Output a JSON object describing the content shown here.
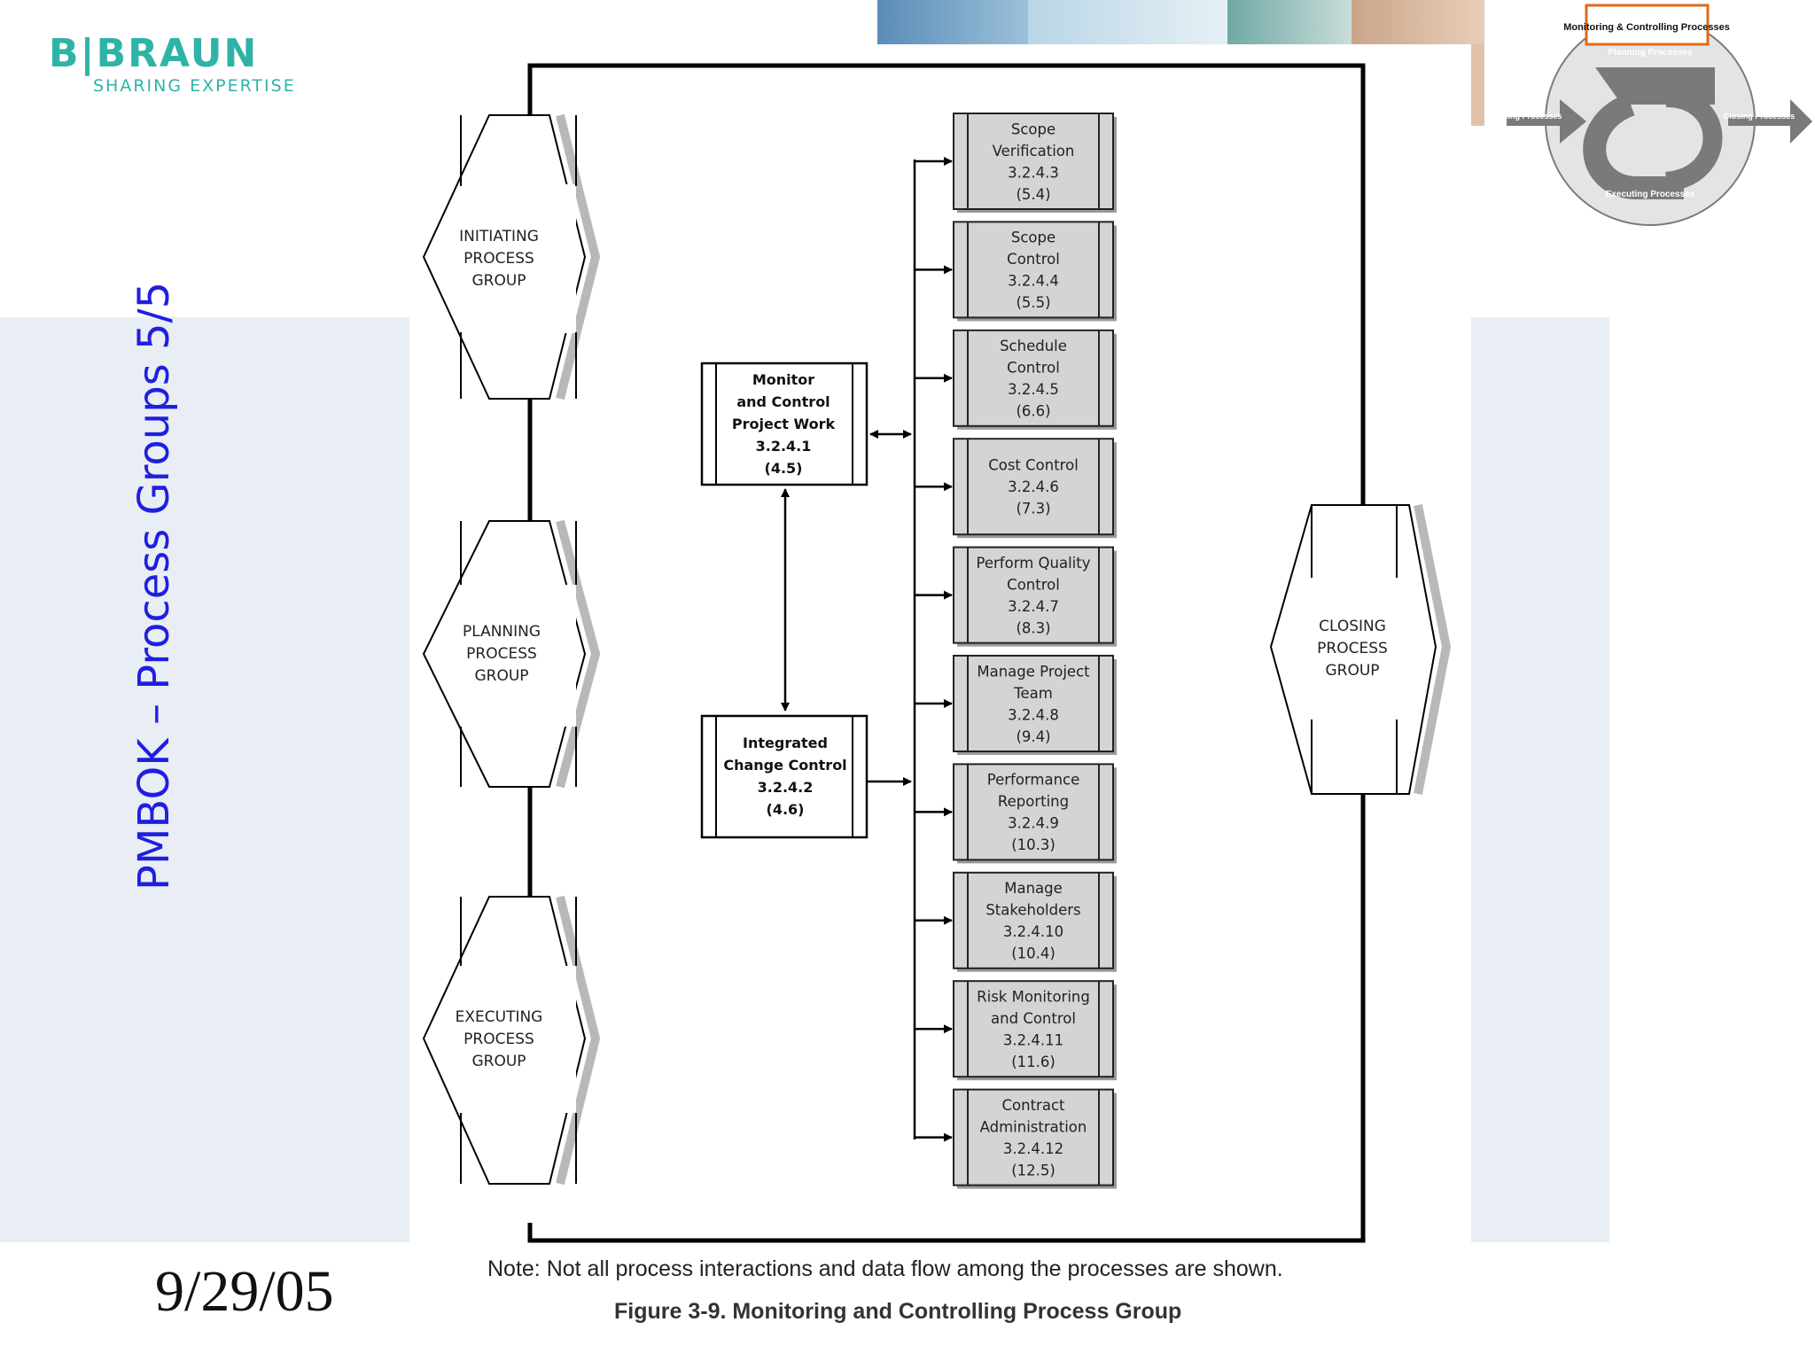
{
  "logo": {
    "brand": "B|BRAUN",
    "tagline": "SHARING EXPERTISE"
  },
  "slide_title": "PMBOK – Process Groups 5/5",
  "date": "9/29/05",
  "cycle_icon": {
    "monitoring": "Monitoring & Controlling Processes",
    "planning": "Planning Processes",
    "initiating": "Initiating Processes",
    "closing": "Closing Processes",
    "executing": "Executing Processes"
  },
  "process_groups": {
    "initiating": [
      "INITIATING",
      "PROCESS",
      "GROUP"
    ],
    "planning": [
      "PLANNING",
      "PROCESS",
      "GROUP"
    ],
    "executing": [
      "EXECUTING",
      "PROCESS",
      "GROUP"
    ],
    "closing": [
      "CLOSING",
      "PROCESS",
      "GROUP"
    ]
  },
  "central_processes": {
    "monitor": [
      "Monitor",
      "and Control",
      "Project Work",
      "3.2.4.1",
      "(4.5)"
    ],
    "change": [
      "Integrated",
      "Change Control",
      "3.2.4.2",
      "(4.6)"
    ]
  },
  "sub_processes": [
    [
      "Scope",
      "Verification",
      "3.2.4.3",
      "(5.4)"
    ],
    [
      "Scope",
      "Control",
      "3.2.4.4",
      "(5.5)"
    ],
    [
      "Schedule",
      "Control",
      "3.2.4.5",
      "(6.6)"
    ],
    [
      "Cost Control",
      "3.2.4.6",
      "(7.3)"
    ],
    [
      "Perform Quality",
      "Control",
      "3.2.4.7",
      "(8.3)"
    ],
    [
      "Manage Project",
      "Team",
      "3.2.4.8",
      "(9.4)"
    ],
    [
      "Performance",
      "Reporting",
      "3.2.4.9",
      "(10.3)"
    ],
    [
      "Manage",
      "Stakeholders",
      "3.2.4.10",
      "(10.4)"
    ],
    [
      "Risk Monitoring",
      "and Control",
      "3.2.4.11",
      "(11.6)"
    ],
    [
      "Contract",
      "Administration",
      "3.2.4.12",
      "(12.5)"
    ]
  ],
  "note": "Note: Not all process interactions and data flow among the processes are shown.",
  "figure_caption": "Figure 3-9. Monitoring and Controlling Process Group",
  "colors": {
    "accent": "#2fb3a6",
    "title": "#1f1fe0",
    "box_fill": "#d4d4d4",
    "highlight": "#e06a1a"
  }
}
